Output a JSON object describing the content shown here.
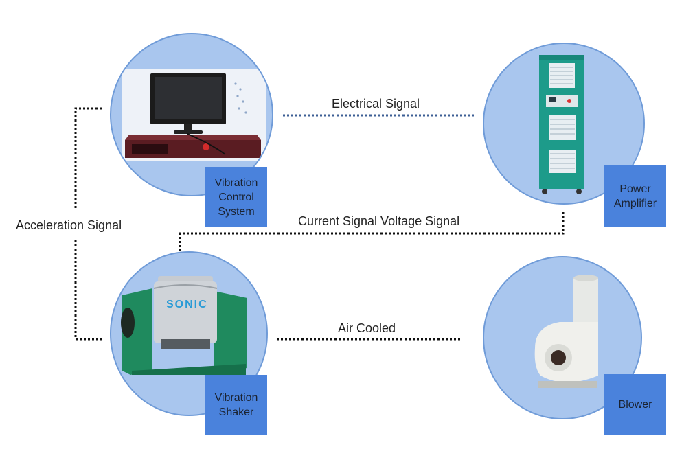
{
  "colors": {
    "circle_fill": "#a9c6ee",
    "circle_border": "#6f9bd8",
    "tag_fill": "#4a82dc",
    "dotted_black": "#111111",
    "dotted_blue": "#3d5f95"
  },
  "nodes": {
    "controller": {
      "label": "Vibration\nControl\nSystem"
    },
    "amplifier": {
      "label": "Power\nAmplifier"
    },
    "shaker": {
      "label": "Vibration\nShaker",
      "brand_text": "SONIC"
    },
    "blower": {
      "label": "Blower"
    }
  },
  "connections": {
    "electrical": "Electrical Signal",
    "current_voltage": "Current Signal Voltage Signal",
    "acceleration": "Acceleration Signal",
    "air": "Air Cooled"
  }
}
